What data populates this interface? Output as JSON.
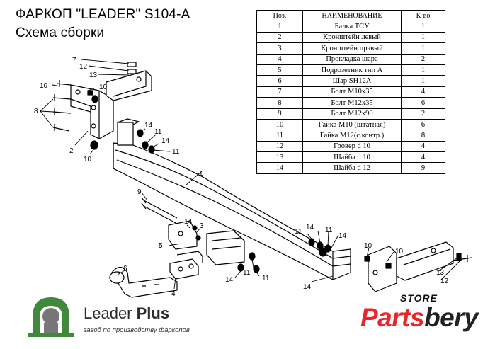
{
  "title_line1": "ФАРКОП \"LEADER\" S104-A",
  "title_line2": "Схема сборки",
  "table": {
    "headers": [
      "Поз.",
      "НАИМЕНОВАНИЕ",
      "К-во"
    ],
    "rows": [
      [
        "1",
        "Балка ТСУ",
        "1"
      ],
      [
        "2",
        "Кронштейн левый",
        "1"
      ],
      [
        "3",
        "Кронштейн правый",
        "1"
      ],
      [
        "4",
        "Прокладка шара",
        "2"
      ],
      [
        "5",
        "Подрозетник тип А",
        "1"
      ],
      [
        "6",
        "Шар SH12A",
        "1"
      ],
      [
        "7",
        "Болт М10х35",
        "4"
      ],
      [
        "8",
        "Болт М12х35",
        "6"
      ],
      [
        "9",
        "Болт М12х90",
        "2"
      ],
      [
        "10",
        "Гайка М10 (штатная)",
        "6"
      ],
      [
        "11",
        "Гайка М12(с.контр.)",
        "8"
      ],
      [
        "12",
        "Гровер d 10",
        "4"
      ],
      [
        "13",
        "Шайба d 10",
        "4"
      ],
      [
        "14",
        "Шайба d 12",
        "9"
      ]
    ]
  },
  "callouts": {
    "c7": "7",
    "c12a": "12",
    "c13a": "13",
    "c10a": "10",
    "c10b": "10",
    "c8": "8",
    "c2": "2",
    "c10c": "10",
    "c14a": "14",
    "c11a": "11",
    "c14b": "14",
    "c11b": "11",
    "c1": "1",
    "c9": "9",
    "c14c": "14",
    "c3": "3",
    "c5": "5",
    "c6": "6",
    "c4": "4",
    "c14d": "14",
    "c11c": "11",
    "c11d": "11",
    "c11e": "11",
    "c14e": "14",
    "c11f": "11",
    "c14f": "14",
    "c14g": "14",
    "c10d": "10",
    "c10e": "10",
    "c13b": "13",
    "c12b": "12"
  },
  "brand": {
    "leader_name_light": "Leader ",
    "leader_name_bold": "Plus",
    "leader_tagline": "завод по производству фаркопов",
    "store_word": "STORE",
    "partsbery_red": "Parts",
    "partsbery_dark": "bery"
  },
  "colors": {
    "leader_green": "#3f8a3a",
    "leader_grey": "#777777",
    "partsbery_red": "#e8262b"
  }
}
